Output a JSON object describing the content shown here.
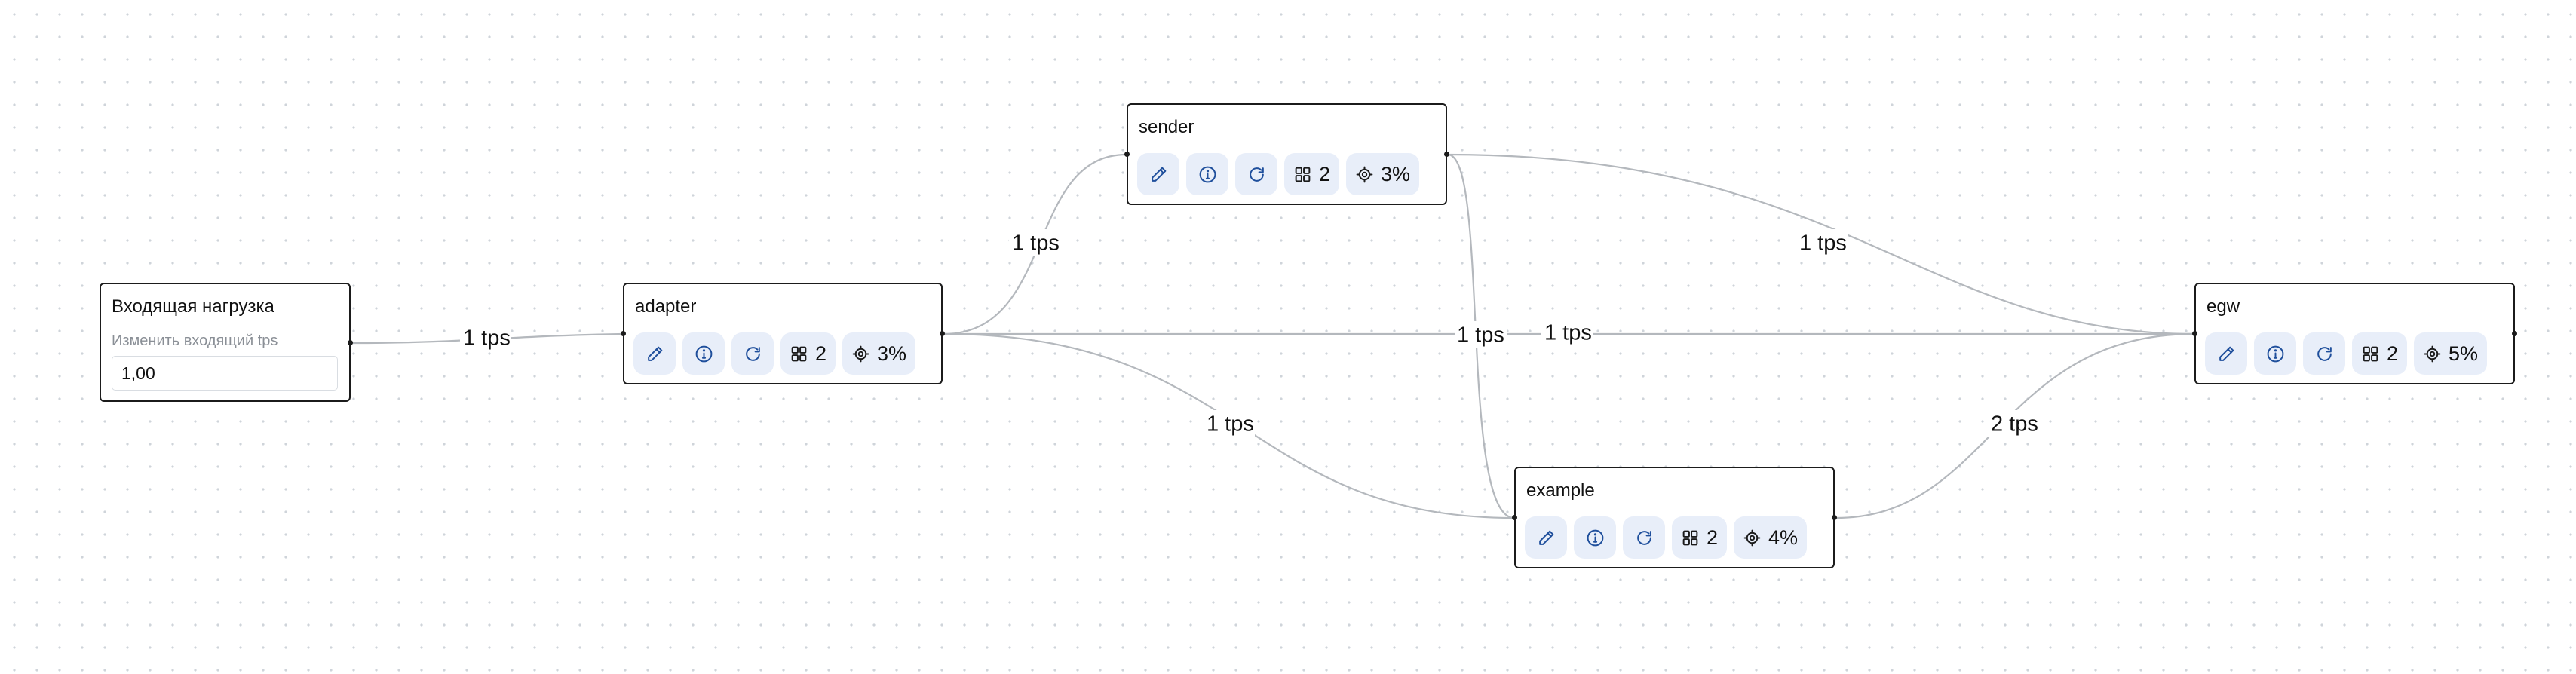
{
  "input_node": {
    "title": "Входящая нагрузка",
    "subtitle": "Изменить входящий tps",
    "value": "1,00"
  },
  "nodes": {
    "adapter": {
      "title": "adapter",
      "count": "2",
      "percent": "3%"
    },
    "sender": {
      "title": "sender",
      "count": "2",
      "percent": "3%"
    },
    "example": {
      "title": "example",
      "count": "2",
      "percent": "4%"
    },
    "egw": {
      "title": "egw",
      "count": "2",
      "percent": "5%"
    }
  },
  "edges": {
    "input_adapter": "1 tps",
    "adapter_sender": "1 tps",
    "adapter_egw": "1 tps",
    "adapter_example": "1 tps",
    "sender_egw": "1 tps",
    "sender_example": "1 tps",
    "example_egw": "2 tps"
  },
  "icons": {
    "edit": "pencil-icon",
    "info": "info-icon",
    "refresh": "refresh-icon",
    "count": "grid-icon",
    "percent": "cpu-icon"
  },
  "colors": {
    "button_bg": "#e8eef9",
    "icon": "#1f4f9c",
    "edge": "#b4b8bd",
    "border": "#1b1b1b"
  }
}
